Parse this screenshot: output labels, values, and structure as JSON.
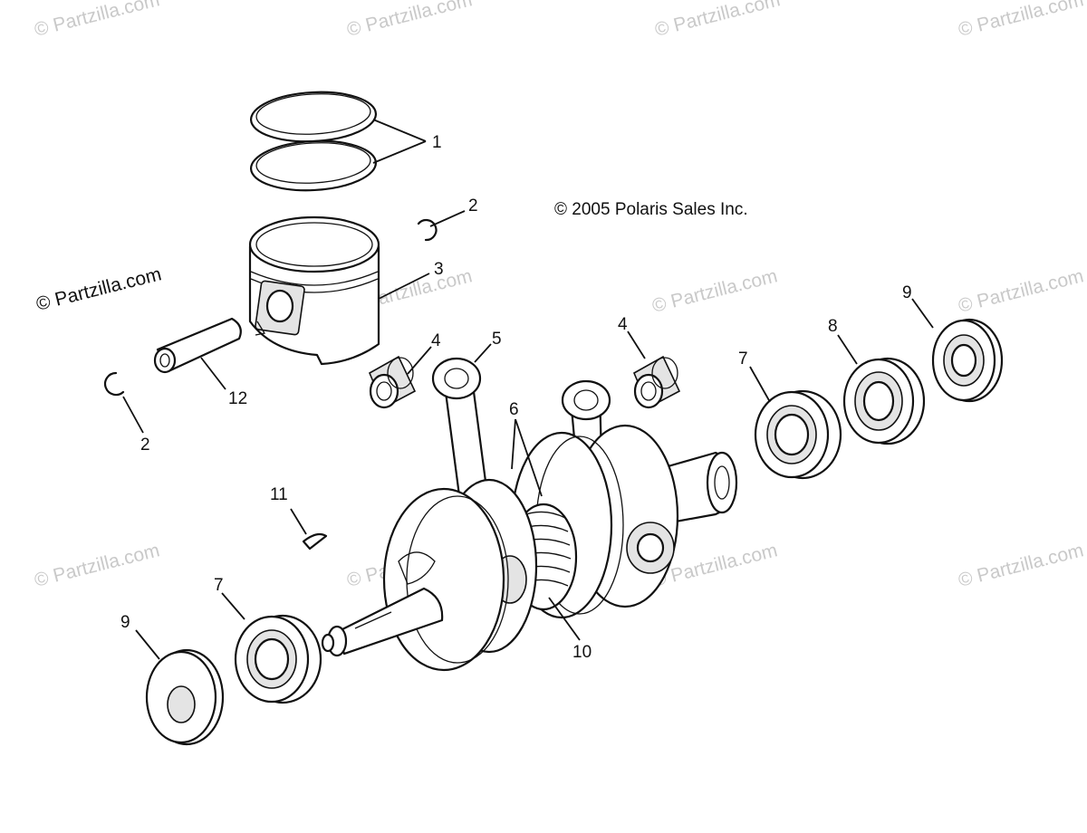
{
  "copyright": "© 2005 Polaris Sales Inc.",
  "watermark_main": "© Partzilla.com",
  "watermark_faint": "© Partzilla.com",
  "callouts": {
    "c1": "1",
    "c2a": "2",
    "c2b": "2",
    "c3": "3",
    "c4a": "4",
    "c4b": "4",
    "c5": "5",
    "c6": "6",
    "c7a": "7",
    "c7b": "7",
    "c8": "8",
    "c9a": "9",
    "c9b": "9",
    "c10": "10",
    "c11": "11",
    "c12": "12"
  }
}
